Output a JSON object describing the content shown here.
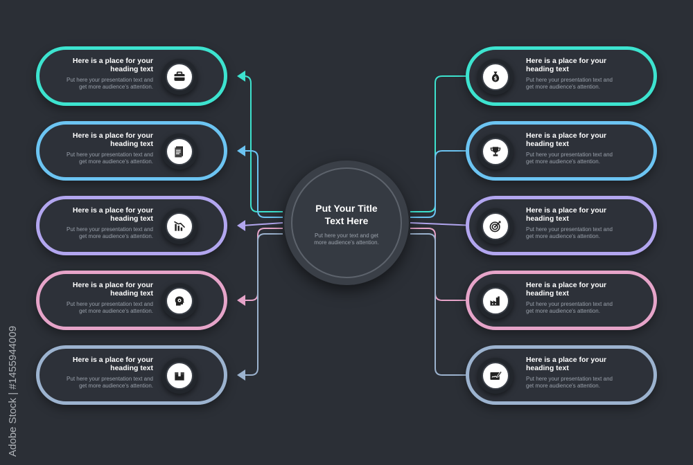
{
  "center": {
    "title": "Put Your Title Text Here",
    "body": "Put here your text and get more audience's attention."
  },
  "items": [
    {
      "side": "left",
      "heading": "Here is a place for your heading text",
      "body": "Put here your presentation text and get more audience's attention.",
      "icon": "briefcase-icon",
      "color": "#3de3cf"
    },
    {
      "side": "left",
      "heading": "Here is a place for your heading text",
      "body": "Put here your presentation text and get more audience's attention.",
      "icon": "document-icon",
      "color": "#6cc4f2"
    },
    {
      "side": "left",
      "heading": "Here is a place for your heading text",
      "body": "Put here your presentation text and get more audience's attention.",
      "icon": "declining-chart-icon",
      "color": "#b2a6ef"
    },
    {
      "side": "left",
      "heading": "Here is a place for your heading text",
      "body": "Put here your presentation text and get more audience's attention.",
      "icon": "head-gear-icon",
      "color": "#e6a4c9"
    },
    {
      "side": "left",
      "heading": "Here is a place for your heading text",
      "body": "Put here your presentation text and get more audience's attention.",
      "icon": "box-icon",
      "color": "#9cb3cf"
    },
    {
      "side": "right",
      "heading": "Here is a place for your heading text",
      "body": "Put here your presentation text and get more audience's attention.",
      "icon": "money-bag-icon",
      "color": "#3de3cf"
    },
    {
      "side": "right",
      "heading": "Here is a place for your heading text",
      "body": "Put here your presentation text and get more audience's attention.",
      "icon": "trophy-icon",
      "color": "#6cc4f2"
    },
    {
      "side": "right",
      "heading": "Here is a place for your heading text",
      "body": "Put here your presentation text and get more audience's attention.",
      "icon": "target-icon",
      "color": "#b2a6ef"
    },
    {
      "side": "right",
      "heading": "Here is a place for your heading text",
      "body": "Put here your presentation text and get more audience's attention.",
      "icon": "factory-icon",
      "color": "#e6a4c9"
    },
    {
      "side": "right",
      "heading": "Here is a place for your heading text",
      "body": "Put here your presentation text and get more audience's attention.",
      "icon": "signature-icon",
      "color": "#9cb3cf"
    }
  ],
  "watermark": {
    "text": "Adobe Stock | #1455944009"
  }
}
